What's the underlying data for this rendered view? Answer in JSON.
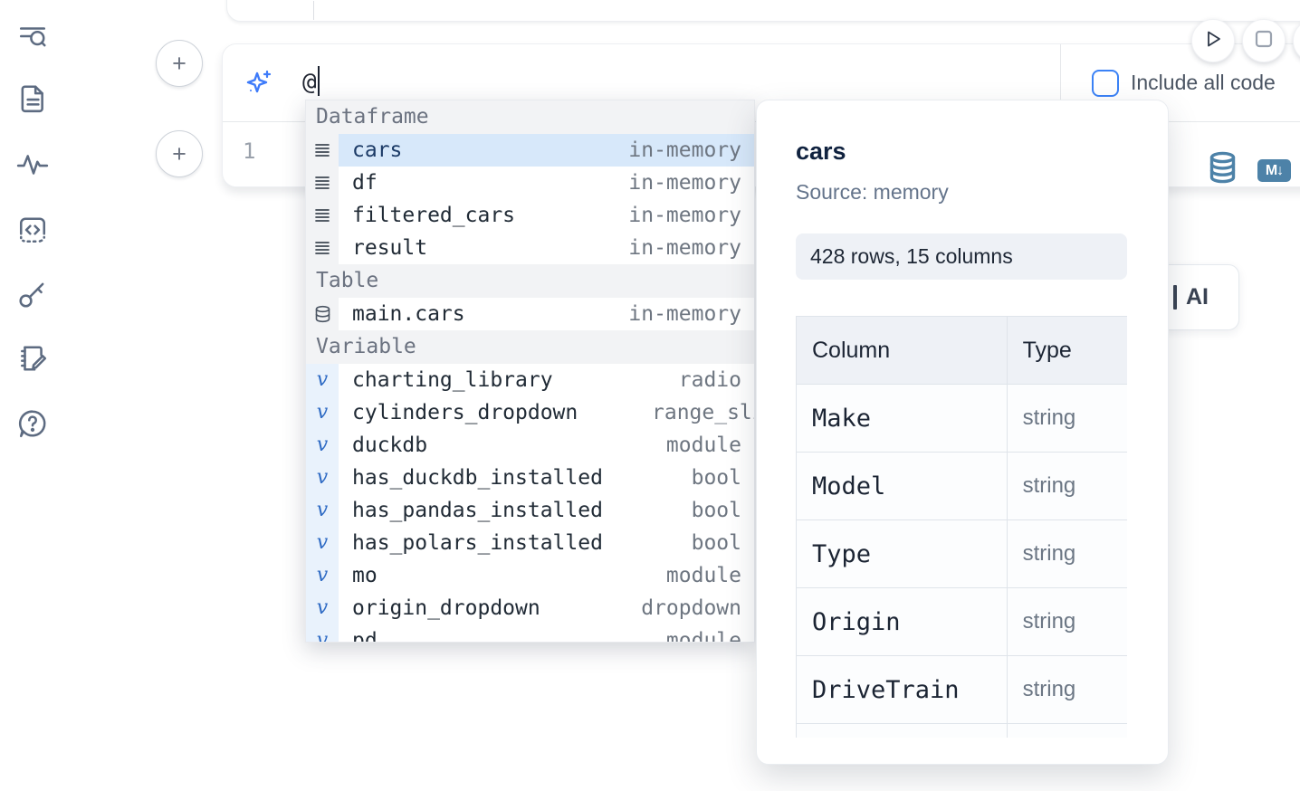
{
  "colors": {
    "accent_blue": "#3b82f6",
    "selection_blue": "#d7e8fa",
    "steel_icon_blue": "#4d82a8",
    "text_dark": "#1f2937",
    "text_gray": "#6b7280"
  },
  "sidebar": {
    "items": [
      {
        "icon": "toc-search-icon"
      },
      {
        "icon": "document-icon"
      },
      {
        "icon": "activity-icon"
      },
      {
        "icon": "snippets-icon"
      },
      {
        "icon": "key-icon"
      },
      {
        "icon": "scratchpad-icon"
      },
      {
        "icon": "help-icon"
      }
    ]
  },
  "run_controls": {
    "icons": [
      "play-icon",
      "stop-icon",
      "partial-circle-button"
    ]
  },
  "add_buttons": {
    "label": "+"
  },
  "prompt": {
    "sparkle_icon": "sparkles-icon",
    "value": "@",
    "include_all_code": {
      "label": "Include all code",
      "checked": false
    }
  },
  "cell": {
    "line_number": "1",
    "actions": {
      "database_icon": "database-icon",
      "markdown_icon": "markdown-icon",
      "markdown_label": "M↓"
    }
  },
  "completion": {
    "sections": [
      {
        "label": "Dataframe",
        "items": [
          {
            "icon": "dataframe-icon",
            "name": "cars",
            "type": "in-memory",
            "selected": true
          },
          {
            "icon": "dataframe-icon",
            "name": "df",
            "type": "in-memory"
          },
          {
            "icon": "dataframe-icon",
            "name": "filtered_cars",
            "type": "in-memory"
          },
          {
            "icon": "dataframe-icon",
            "name": "result",
            "type": "in-memory"
          }
        ]
      },
      {
        "label": "Table",
        "items": [
          {
            "icon": "table-icon",
            "name": "main.cars",
            "type": "in-memory"
          }
        ]
      },
      {
        "label": "Variable",
        "items": [
          {
            "icon": "variable-icon",
            "name": "charting_library",
            "type": "radio"
          },
          {
            "icon": "variable-icon",
            "name": "cylinders_dropdown",
            "type": "range_slider",
            "clipped": true
          },
          {
            "icon": "variable-icon",
            "name": "duckdb",
            "type": "module"
          },
          {
            "icon": "variable-icon",
            "name": "has_duckdb_installed",
            "type": "bool"
          },
          {
            "icon": "variable-icon",
            "name": "has_pandas_installed",
            "type": "bool"
          },
          {
            "icon": "variable-icon",
            "name": "has_polars_installed",
            "type": "bool"
          },
          {
            "icon": "variable-icon",
            "name": "mo",
            "type": "module"
          },
          {
            "icon": "variable-icon",
            "name": "origin_dropdown",
            "type": "dropdown"
          },
          {
            "icon": "variable-icon",
            "name": "pd",
            "type": "module",
            "partial": true
          }
        ]
      }
    ]
  },
  "preview": {
    "title": "cars",
    "source": "Source: memory",
    "shape": "428 rows, 15 columns",
    "table": {
      "headers": [
        "Column",
        "Type"
      ],
      "rows": [
        {
          "column": "Make",
          "type": "string"
        },
        {
          "column": "Model",
          "type": "string"
        },
        {
          "column": "Type",
          "type": "string"
        },
        {
          "column": "Origin",
          "type": "string"
        },
        {
          "column": "DriveTrain",
          "type": "string"
        }
      ]
    }
  },
  "ai_button": {
    "label": "AI"
  }
}
